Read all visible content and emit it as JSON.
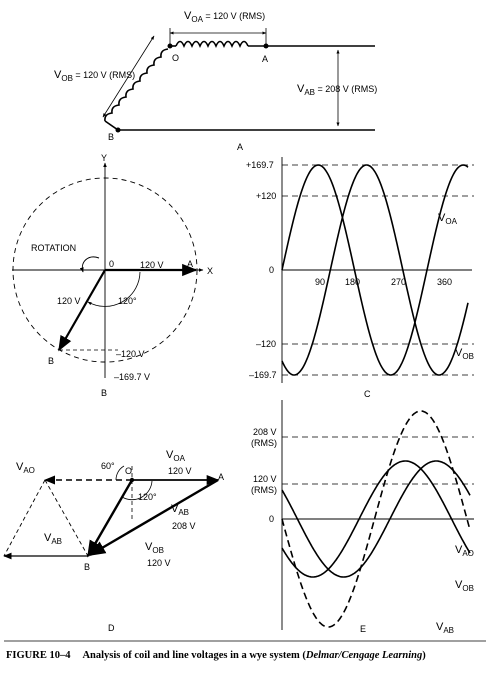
{
  "panel_a": {
    "voa": "V",
    "voa_sub": "OA",
    "voa_value": " = 120 V (RMS)",
    "vob": "V",
    "vob_sub": "OB",
    "vob_value": " = 120 V (RMS)",
    "vab": "V",
    "vab_sub": "AB",
    "vab_value": " = 208 V (RMS)",
    "node_o": "O",
    "node_a": "A",
    "node_b": "B",
    "panel_label": "A"
  },
  "panel_b": {
    "axis_y": "Y",
    "axis_x": "X",
    "rotation": "ROTATION",
    "origin": "0",
    "oa_value": "120 V",
    "point_a": "A",
    "ob_value": "120 V",
    "angle": "120°",
    "neg_120": "–120 V",
    "neg_169": "–169.7 V",
    "point_b": "B",
    "panel_label": "B"
  },
  "panel_c": {
    "tick_169": "+169.7",
    "tick_120": "+120",
    "tick_0": "0",
    "tick_n120": "–120",
    "tick_n169": "–169.7",
    "deg_90": "90",
    "deg_180": "180",
    "deg_270": "270",
    "deg_360": "360",
    "voa": "V",
    "voa_sub": "OA",
    "vob": "V",
    "vob_sub": "OB",
    "panel_label": "C"
  },
  "panel_d": {
    "vao": "V",
    "vao_sub": "AO",
    "angle60": "60°",
    "point_o": "O",
    "voa": "V",
    "voa_sub": "OA",
    "voa_value": "120 V",
    "point_a": "A",
    "angle120": "120°",
    "vab": "V",
    "vab_sub": "AB",
    "vab_value": "208 V",
    "vab2": "V",
    "vab2_sub": "AB",
    "vob": "V",
    "vob_sub": "OB",
    "vob_value": "120 V",
    "point_b": "B",
    "panel_label": "D"
  },
  "panel_e": {
    "tick_208": "208 V",
    "tick_208_rms": "(RMS)",
    "tick_120": "120 V",
    "tick_120_rms": "(RMS)",
    "tick_0": "0",
    "vao": "V",
    "vao_sub": "AO",
    "vob": "V",
    "vob_sub": "OB",
    "vab": "V",
    "vab_sub": "AB",
    "panel_label": "E"
  },
  "caption": {
    "label": "FIGURE 10–4",
    "text": "Analysis of coil and line voltages in a wye system (",
    "credit": "Delmar/Cengage Learning",
    "close": ")"
  }
}
